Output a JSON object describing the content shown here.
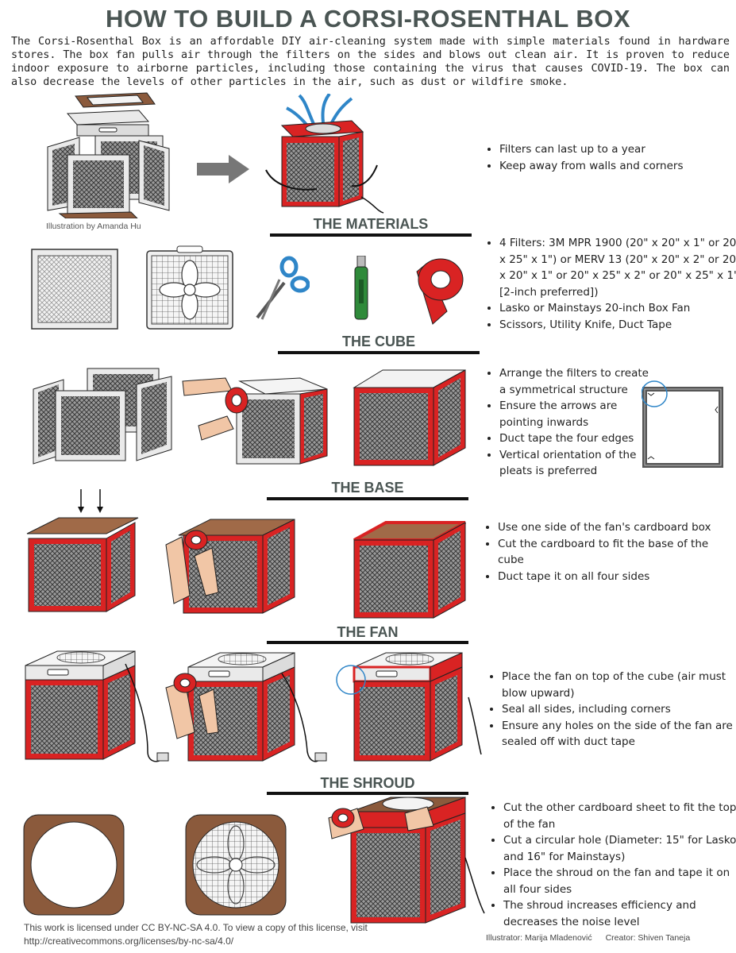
{
  "title": "HOW TO BUILD A CORSI-ROSENTHAL BOX",
  "intro": "The Corsi-Rosenthal Box is an affordable DIY air-cleaning system made with simple materials found in hardware stores. The box fan pulls air through the filters on the sides and blows out clean air. It is proven to reduce indoor exposure to airborne particles, including those containing the virus that causes COVID-19. The box can also decrease the levels of other particles in the air, such as dust or wildfire smoke.",
  "illustration_credit": "Illustration by Amanda Hu",
  "top_bullets": [
    "Filters can last up to a year",
    "Keep away from walls and corners"
  ],
  "sections": [
    {
      "title": "THE MATERIALS",
      "bullets": [
        "4 Filters: 3M MPR 1900 (20\" x 20\" x 1\" or 20\" x 25\" x 1\") or MERV 13 (20\" x 20\" x 2\" or 20\" x 20\" x 1\" or 20\" x 25\" x 2\" or 20\" x 25\" x 1\" [2-inch preferred])",
        "Lasko or Mainstays 20-inch Box Fan",
        "Scissors, Utility Knife, Duct Tape"
      ]
    },
    {
      "title": "THE CUBE",
      "bullets": [
        "Arrange the filters to create a symmetrical structure",
        "Ensure the arrows are pointing inwards",
        "Duct tape the four edges",
        "Vertical orientation of the pleats is preferred"
      ]
    },
    {
      "title": "THE BASE",
      "bullets": [
        "Use one side of the fan's cardboard box",
        "Cut the cardboard to fit the base of the cube",
        "Duct tape it on all four sides"
      ]
    },
    {
      "title": "THE FAN",
      "bullets": [
        "Place the fan on top of the cube (air must blow upward)",
        "Seal all sides, including corners",
        "Ensure any holes on the side of the fan are sealed off with duct tape"
      ]
    },
    {
      "title": "THE SHROUD",
      "bullets": [
        "Cut the other cardboard sheet to fit the top of the fan",
        "Cut a circular hole (Diameter: 15\" for Lasko and 16\" for Mainstays)",
        "Place the shroud on the fan and tape it on all four sides",
        "The shroud increases efficiency and decreases the noise level"
      ]
    }
  ],
  "footer": {
    "license_line1": "This work is licensed under CC BY-NC-SA 4.0. To view a copy of this license, visit",
    "license_line2": "http://creativecommons.org/licenses/by-nc-sa/4.0/",
    "illustrator": "Illustrator: Marija Mladenović",
    "creator": "Creator: Shiven Taneja"
  },
  "colors": {
    "tape_red": "#d92323",
    "cardboard_brown": "#8b5a3c",
    "heading_gray": "#4a5553",
    "scissors_blue": "#2f86c8",
    "knife_green": "#2f8a3a"
  }
}
